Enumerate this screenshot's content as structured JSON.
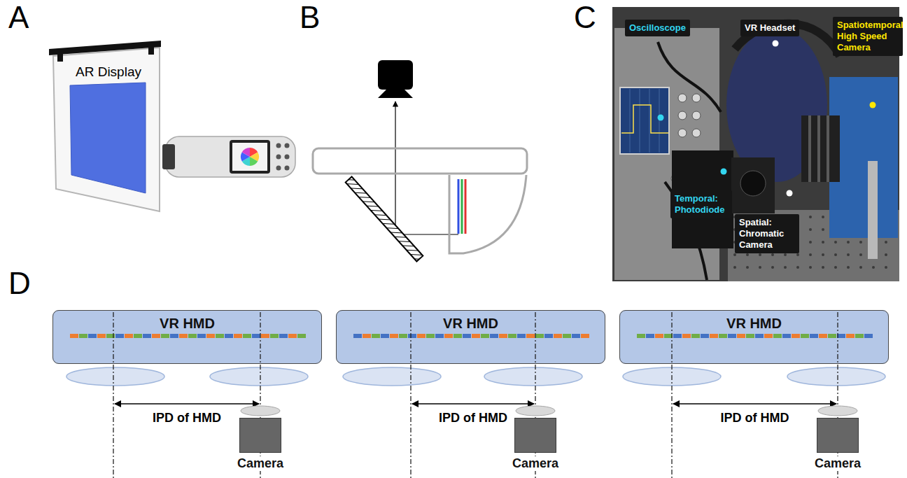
{
  "diagram": {
    "nodes": [
      {
        "text": [
          "Oscilloscope"
        ]
      },
      {
        "text": [
          "VR Headset"
        ]
      },
      {
        "text": [
          "Spatiotemporal High Speed Camera"
        ]
      },
      {
        "text": [
          "Temporal: Photodiode"
        ]
      },
      {
        "text": [
          "Spatial: Chromatic Camera"
        ]
      },
      {
        "text": [
          "VR HMD"
        ]
      },
      {
        "text": [
          "Camera"
        ]
      },
      {
        "text": [
          "VR HMD"
        ]
      },
      {
        "text": [
          "Camera"
        ]
      },
      {
        "text": [
          "VR HMD"
        ]
      },
      {
        "text": [
          "Camera"
        ]
      }
    ],
    "labels": [
      "A",
      "AR Display",
      "B",
      "C",
      "D",
      "IPD of HMD",
      "IPD of HMD",
      "IPD of HMD"
    ]
  }
}
